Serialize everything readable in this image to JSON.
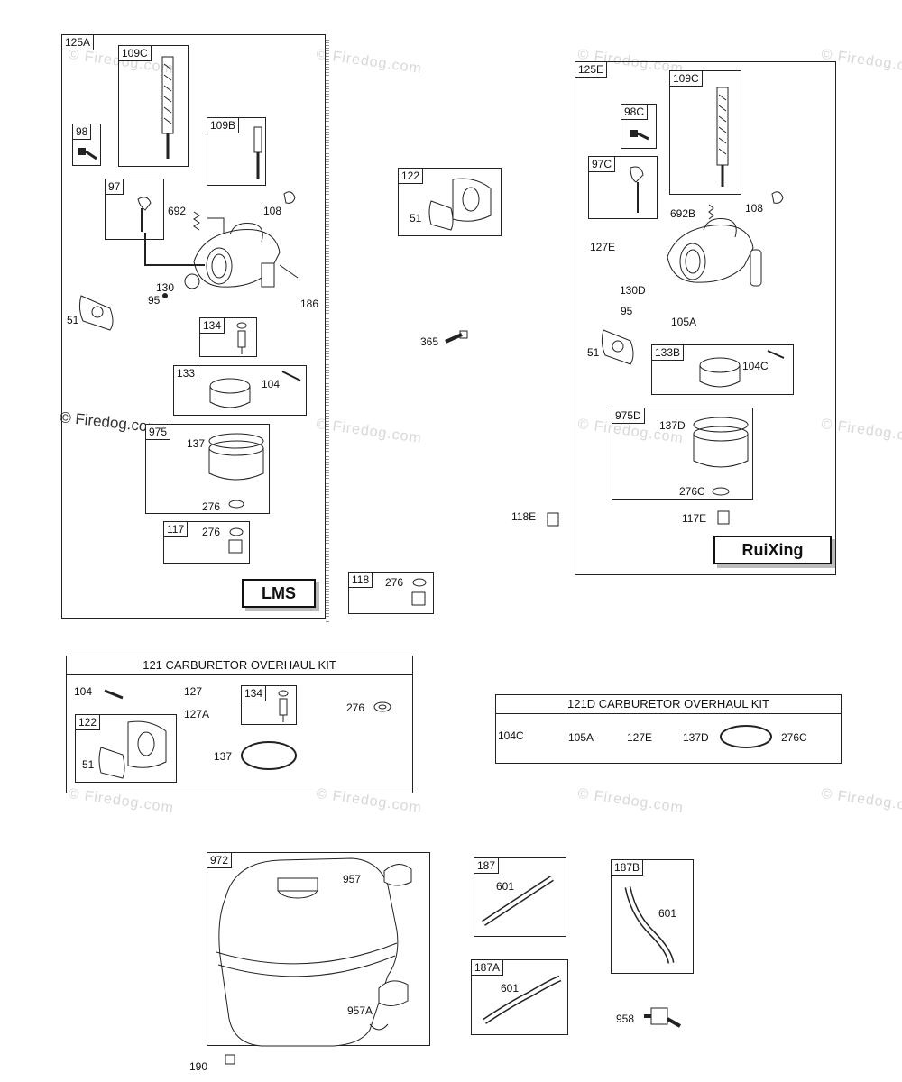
{
  "watermark": "© Firedog.com",
  "left_assembly": {
    "id": "125A",
    "brand": "LMS",
    "labels": {
      "p109c": "109C",
      "p98": "98",
      "p109b": "109B",
      "p97": "97",
      "p692": "692",
      "p108": "108",
      "p130": "130",
      "p95": "95",
      "p186": "186",
      "p51": "51",
      "p134": "134",
      "p133": "133",
      "p104": "104",
      "p975": "975",
      "p137": "137",
      "p276a": "276",
      "p117": "117",
      "p276b": "276"
    }
  },
  "middle": {
    "p122": "122",
    "p51": "51",
    "p365": "365",
    "p118": "118",
    "p276": "276"
  },
  "right_assembly": {
    "id": "125E",
    "brand": "RuiXing",
    "labels": {
      "p109c": "109C",
      "p98c": "98C",
      "p97c": "97C",
      "p692b": "692B",
      "p108": "108",
      "p127e": "127E",
      "p130d": "130D",
      "p95": "95",
      "p105a": "105A",
      "p51": "51",
      "p133b": "133B",
      "p104c": "104C",
      "p975d": "975D",
      "p137d": "137D",
      "p276c": "276C",
      "p117e": "117E"
    }
  },
  "p118e": "118E",
  "kit_121": {
    "title": "121 CARBURETOR OVERHAUL KIT",
    "labels": {
      "p104": "104",
      "p127": "127",
      "p134": "134",
      "p127a": "127A",
      "p276": "276",
      "p122": "122",
      "p51": "51",
      "p137": "137"
    }
  },
  "kit_121d": {
    "title": "121D CARBURETOR OVERHAUL KIT",
    "labels": {
      "p104c": "104C",
      "p105a": "105A",
      "p127e": "127E",
      "p137d": "137D",
      "p276c": "276C"
    }
  },
  "fuel_tank": {
    "p972": "972",
    "p957": "957",
    "p957a": "957A",
    "p190": "190"
  },
  "lines": {
    "p187": "187",
    "p601a": "601",
    "p187a": "187A",
    "p601b": "601",
    "p187b": "187B",
    "p601c": "601",
    "p958": "958"
  }
}
